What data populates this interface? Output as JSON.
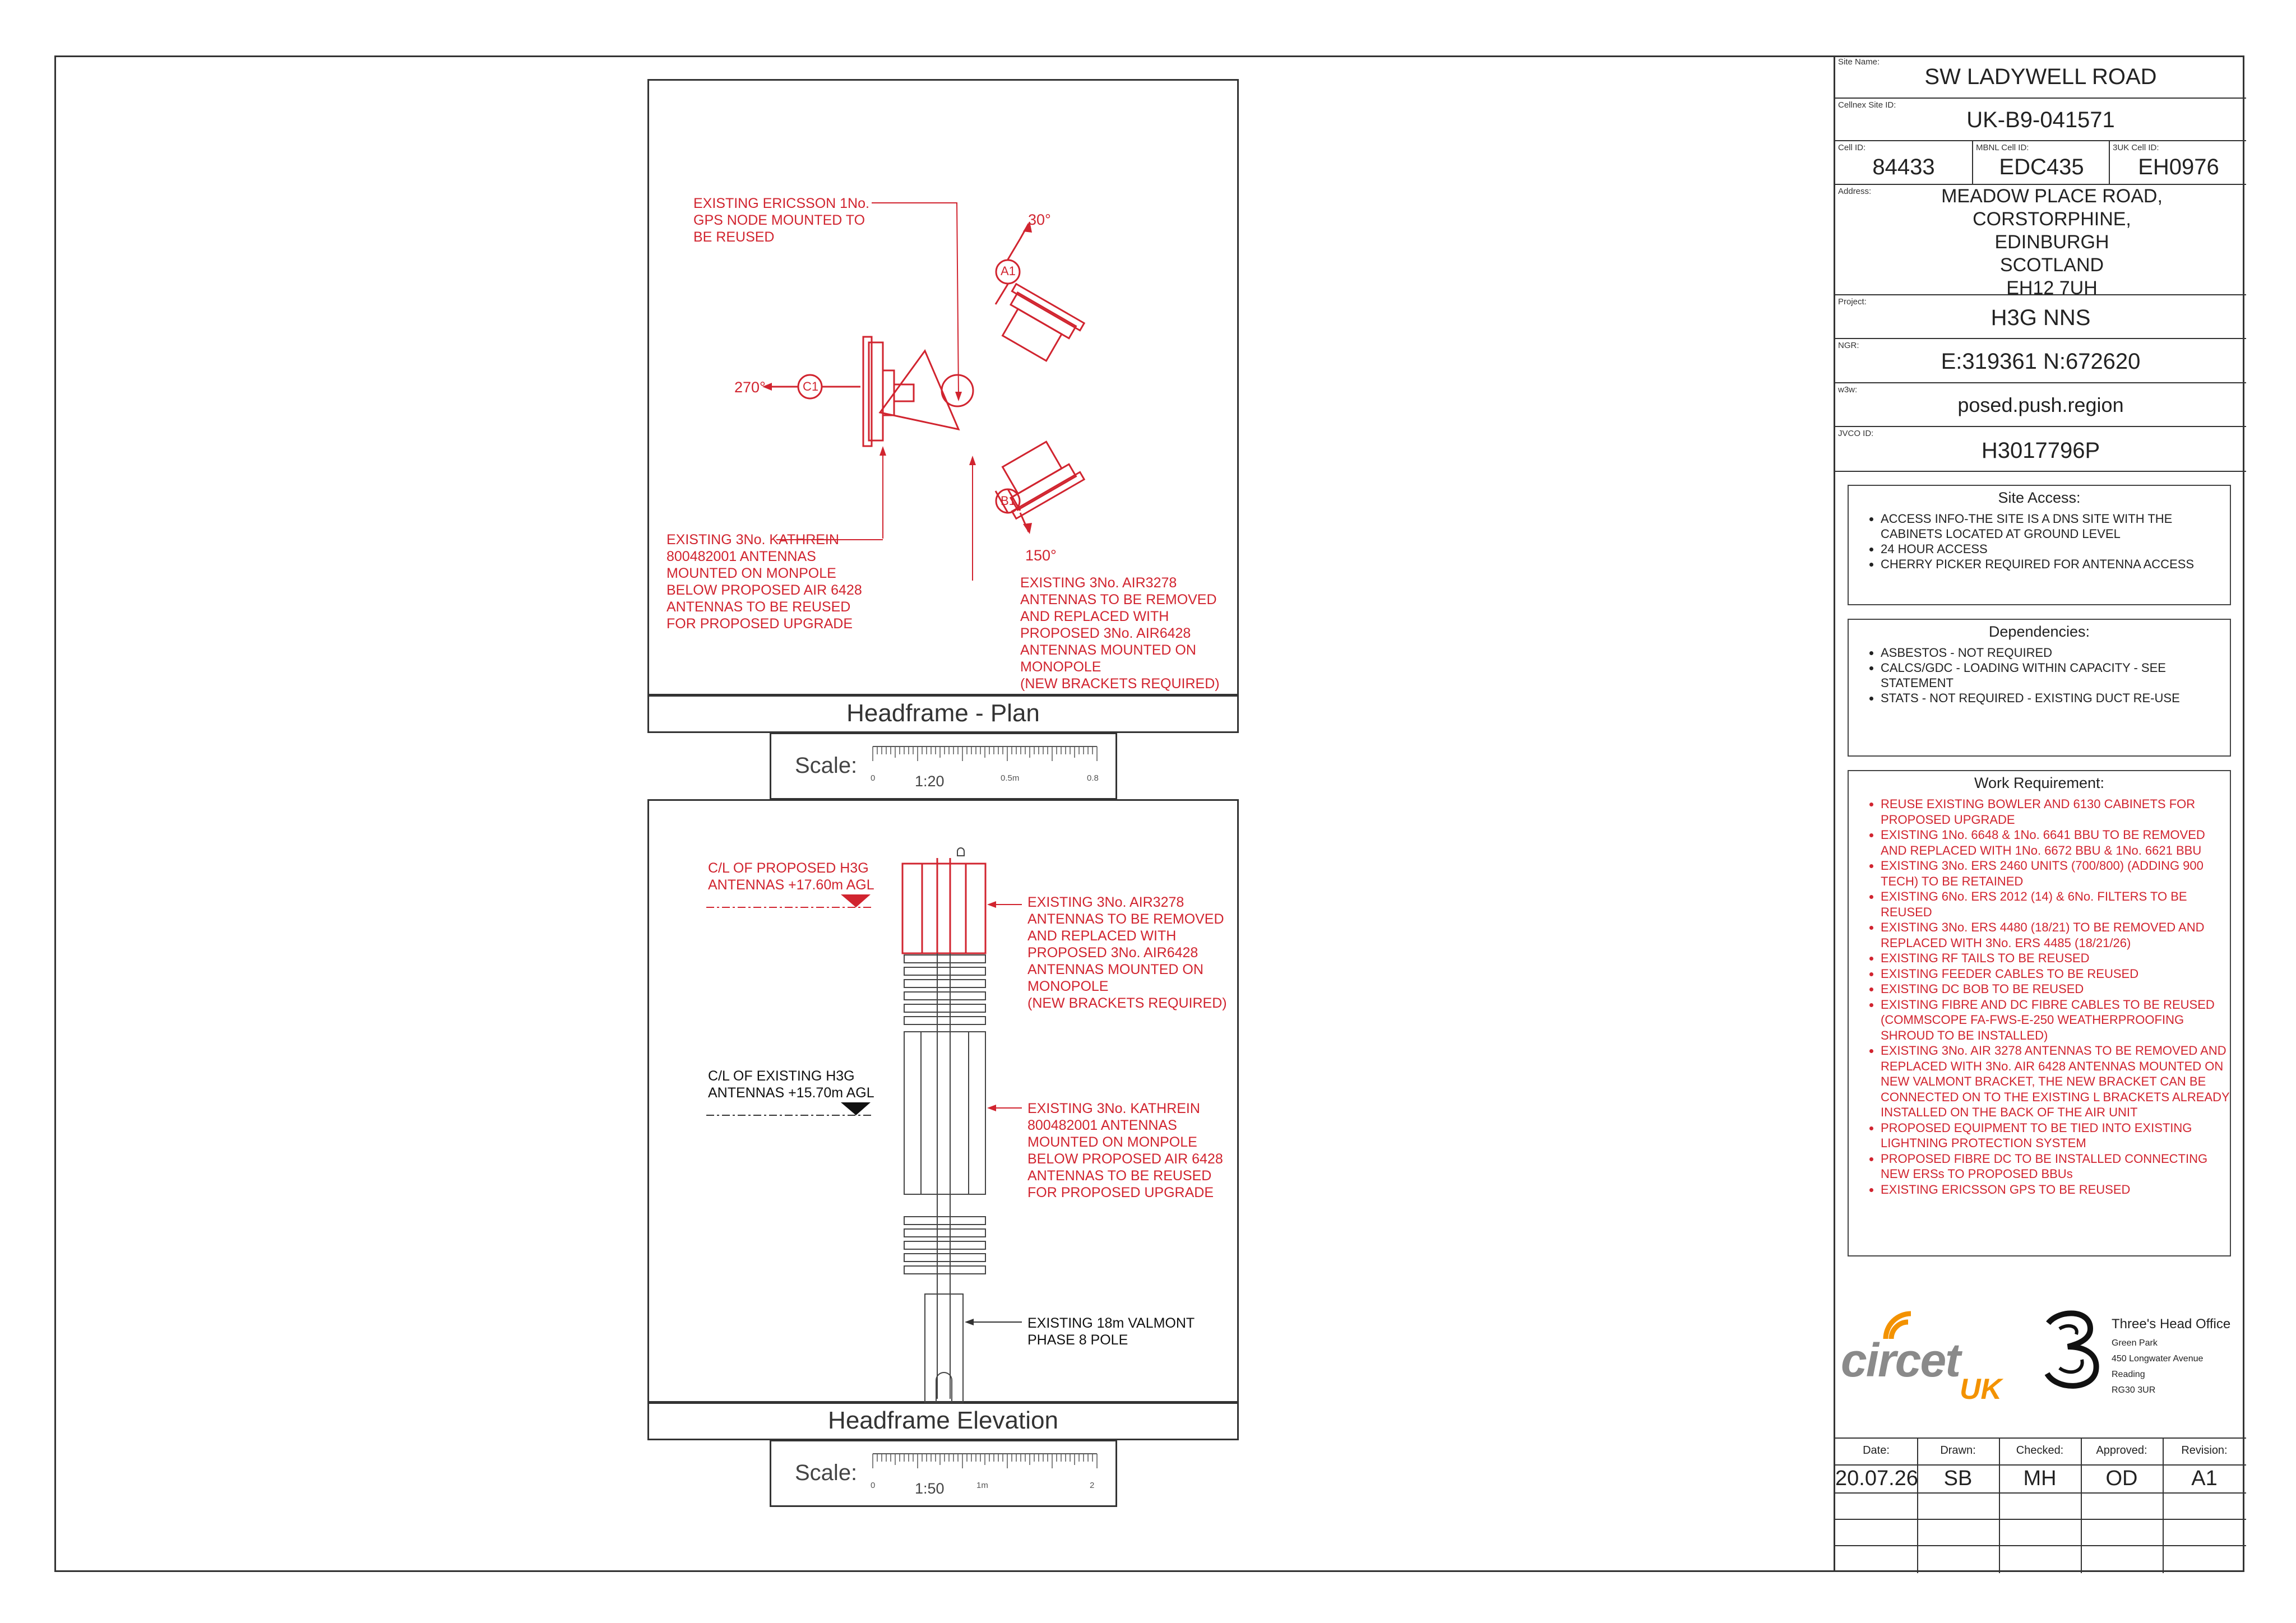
{
  "plan": {
    "title": "Headframe - Plan",
    "scale_label": "Scale:",
    "scale_ratio": "1:20",
    "scale_ticks": [
      "0",
      "0.5m",
      "0.8"
    ],
    "bearing_a": "30°",
    "bearing_b": "150°",
    "bearing_c": "270°",
    "sector_a": "A1",
    "sector_b": "B1",
    "sector_c": "C1",
    "note_gps": "EXISTING ERICSSON 1No.\nGPS NODE MOUNTED TO\nBE REUSED",
    "note_kathrein": "EXISTING 3No. KATHREIN\n800482001 ANTENNAS\nMOUNTED ON MONPOLE\nBELOW PROPOSED AIR 6428\nANTENNAS TO BE REUSED\nFOR PROPOSED UPGRADE",
    "note_air": "EXISTING 3No. AIR3278\nANTENNAS TO BE REMOVED\nAND REPLACED WITH\nPROPOSED 3No. AIR6428\nANTENNAS MOUNTED ON\nMONOPOLE\n(NEW BRACKETS REQUIRED)"
  },
  "elevation": {
    "title": "Headframe Elevation",
    "scale_label": "Scale:",
    "scale_ratio": "1:50",
    "scale_ticks": [
      "0",
      "1m",
      "2"
    ],
    "cl_proposed": "C/L OF PROPOSED H3G\nANTENNAS +17.60m AGL",
    "cl_existing": "C/L OF EXISTING H3G\nANTENNAS +15.70m AGL",
    "note_air": "EXISTING 3No. AIR3278\nANTENNAS TO BE REMOVED\nAND REPLACED WITH\nPROPOSED 3No. AIR6428\nANTENNAS MOUNTED ON\nMONOPOLE\n(NEW BRACKETS REQUIRED)",
    "note_kathrein": "EXISTING 3No. KATHREIN\n800482001 ANTENNAS\nMOUNTED ON MONPOLE\nBELOW PROPOSED AIR 6428\nANTENNAS TO BE REUSED\nFOR PROPOSED UPGRADE",
    "note_pole": "EXISTING 18m VALMONT\nPHASE 8 POLE"
  },
  "title_block": {
    "site_name_label": "Site Name:",
    "site_name": "SW LADYWELL ROAD",
    "cellnex_label": "Cellnex Site ID:",
    "cellnex_id": "UK-B9-041571",
    "cell_id_label": "Cell ID:",
    "cell_id": "84433",
    "mbnl_label": "MBNL Cell ID:",
    "mbnl_id": "EDC435",
    "uk3_label": "3UK Cell ID:",
    "uk3_id": "EH0976",
    "address_label": "Address:",
    "address": "MEADOW PLACE ROAD,\nCORSTORPHINE,\nEDINBURGH\nSCOTLAND\nEH12 7UH",
    "project_label": "Project:",
    "project": "H3G NNS",
    "ngr_label": "NGR:",
    "ngr": "E:319361 N:672620",
    "w3w_label": "w3w:",
    "w3w": "posed.push.region",
    "jvco_label": "JVCO ID:",
    "jvco": "H3017796P"
  },
  "site_access": {
    "title": "Site Access:",
    "items": [
      "ACCESS INFO-THE SITE IS A DNS SITE WITH THE CABINETS LOCATED AT GROUND LEVEL",
      "24 HOUR ACCESS",
      "CHERRY PICKER REQUIRED FOR ANTENNA ACCESS"
    ]
  },
  "dependencies": {
    "title": "Dependencies:",
    "items": [
      "ASBESTOS - NOT REQUIRED",
      "CALCS/GDC - LOADING WITHIN CAPACITY - SEE STATEMENT",
      "STATS - NOT REQUIRED - EXISTING DUCT RE-USE"
    ]
  },
  "work": {
    "title": "Work Requirement:",
    "items": [
      "REUSE EXISTING BOWLER AND 6130 CABINETS FOR PROPOSED UPGRADE",
      "EXISTING 1No. 6648 & 1No. 6641 BBU TO BE REMOVED AND REPLACED WITH 1No. 6672 BBU & 1No. 6621 BBU",
      "EXISTING 3No. ERS 2460 UNITS (700/800) (ADDING 900 TECH) TO BE RETAINED",
      "EXISTING 6No. ERS 2012 (14) & 6No. FILTERS TO BE REUSED",
      "EXISTING 3No. ERS 4480 (18/21) TO BE REMOVED AND REPLACED WITH 3No. ERS 4485 (18/21/26)",
      "EXISTING RF TAILS TO BE REUSED",
      "EXISTING FEEDER CABLES TO BE REUSED",
      "EXISTING DC BOB TO BE REUSED",
      "EXISTING FIBRE AND DC FIBRE CABLES TO BE REUSED (COMMSCOPE FA-FWS-E-250 WEATHERPROOFING SHROUD TO BE INSTALLED)",
      "EXISTING 3No. AIR 3278 ANTENNAS TO BE REMOVED AND REPLACED WITH 3No. AIR 6428 ANTENNAS MOUNTED ON NEW VALMONT BRACKET, THE NEW BRACKET CAN BE CONNECTED ON TO THE EXISTING L BRACKETS ALREADY INSTALLED ON THE BACK OF THE AIR UNIT",
      "PROPOSED EQUIPMENT TO BE TIED INTO EXISTING LIGHTNING PROTECTION SYSTEM",
      "PROPOSED FIBRE DC TO BE INSTALLED CONNECTING NEW ERSs TO PROPOSED BBUs",
      "EXISTING ERICSSON GPS TO BE REUSED"
    ]
  },
  "logos": {
    "circet_word": "circet",
    "circet_uk": "UK",
    "three_head": "Three's Head Office",
    "three_addr": "Green Park\n450 Longwater Avenue\nReading\nRG30 3UR"
  },
  "signoff": {
    "headers": [
      "Date:",
      "Drawn:",
      "Checked:",
      "Approved:",
      "Revision:"
    ],
    "values": [
      "20.07.26",
      "SB",
      "MH",
      "OD",
      "A1"
    ]
  },
  "colors": {
    "accent_red": "#d1242f",
    "line": "#333333",
    "circet_orange": "#f39200"
  }
}
